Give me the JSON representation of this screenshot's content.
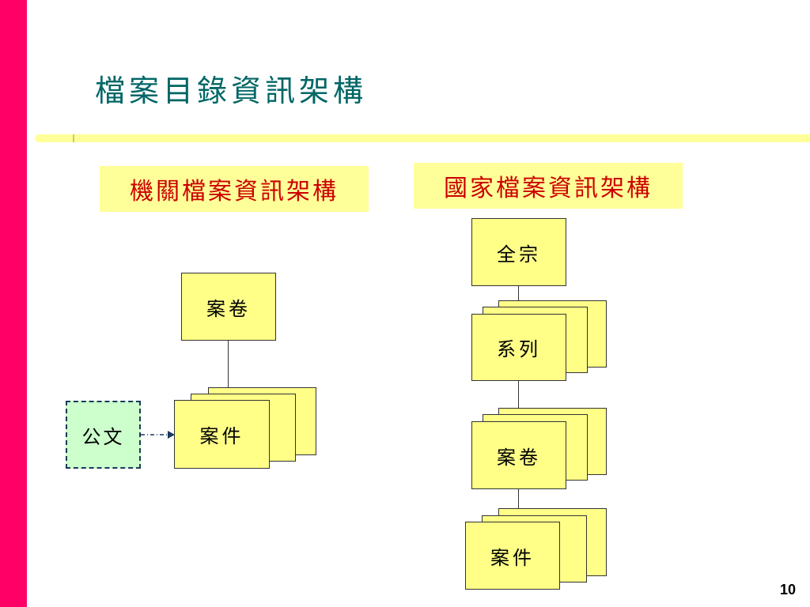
{
  "slide": {
    "title": "檔案目錄資訊架構",
    "page_number": "10"
  },
  "left_diagram": {
    "heading": "機關檔案資訊架構",
    "nodes": {
      "file_volume": "案卷",
      "case": "案件",
      "document": "公文"
    }
  },
  "right_diagram": {
    "heading": "國家檔案資訊架構",
    "nodes": {
      "fonds": "全宗",
      "series": "系列",
      "file_volume": "案卷",
      "case": "案件"
    }
  },
  "colors": {
    "left_bar": "#ff0066",
    "title": "#006666",
    "heading_text": "#cc0000",
    "heading_bg": "#ffff99",
    "node_fill": "#ffff88",
    "document_fill": "#ccffcc"
  }
}
